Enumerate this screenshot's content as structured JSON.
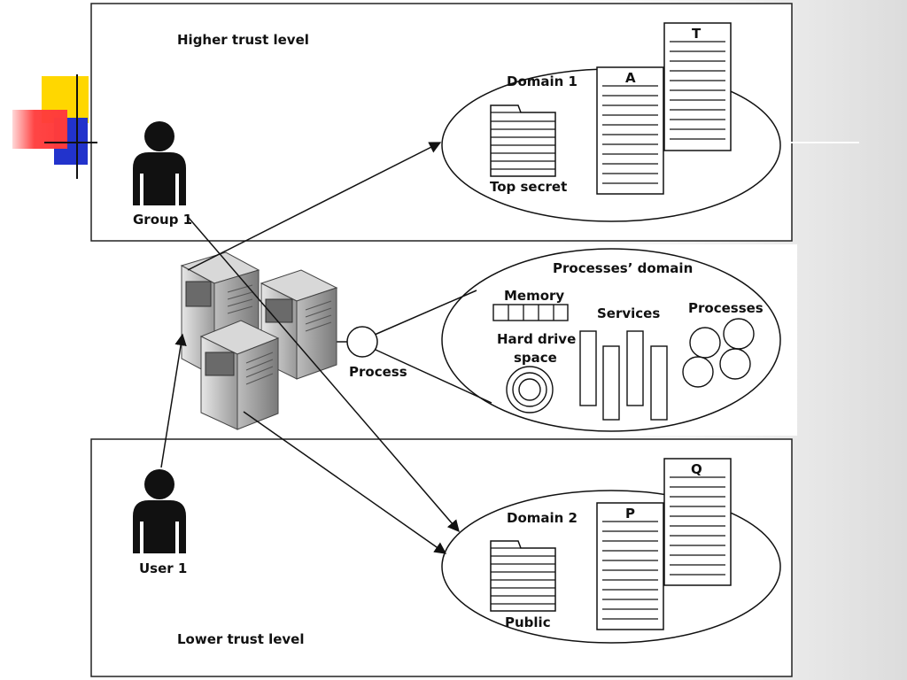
{
  "panels": {
    "top_label": "Higher trust level",
    "bottom_label": "Lower trust level"
  },
  "actors": {
    "group": "Group 1",
    "user": "User 1"
  },
  "domain1": {
    "title": "Domain 1",
    "folder_label": "Top secret",
    "doc_a": "A",
    "doc_t": "T"
  },
  "domain2": {
    "title": "Domain 2",
    "folder_label": "Public",
    "doc_p": "P",
    "doc_q": "Q"
  },
  "processes_domain": {
    "title": "Processes’ domain",
    "memory": "Memory",
    "hard_drive_line1": "Hard drive",
    "hard_drive_line2": "space",
    "services": "Services",
    "processes": "Processes"
  },
  "process_node": "Process",
  "colors": {
    "deco_yellow": "#ffd700",
    "deco_red": "#ff4444",
    "deco_blue": "#2233cc"
  }
}
